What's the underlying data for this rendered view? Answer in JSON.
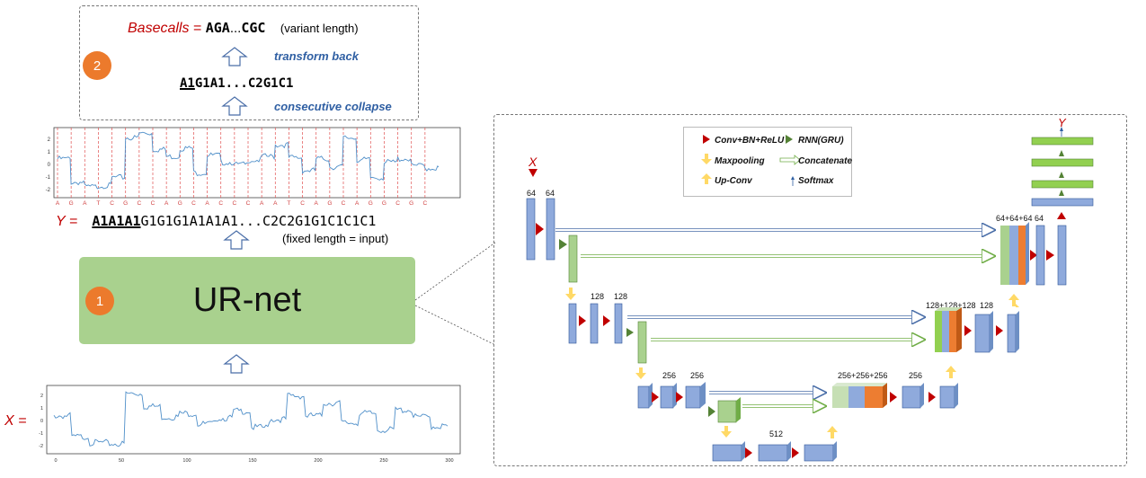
{
  "step2": {
    "badge": "2",
    "basecalls_label": "Basecalls",
    "basecalls_eq": "=",
    "basecalls_prefix": "AGA",
    "basecalls_ellipsis": "...",
    "basecalls_suffix": "CGC",
    "variant_note": "(variant length)",
    "transform_label": "transform back",
    "collapsed_underlined": "A1",
    "collapsed_rest": "G1A1...C2G1C1",
    "collapse_label": "consecutive collapse"
  },
  "step1": {
    "badge": "1",
    "model_name": "UR-net",
    "y_label": "Y =",
    "y_underlined": "A1A1A1",
    "y_rest": "G1G1G1A1A1A1...C2C2G1G1C1C1C1",
    "fixed_note": "(fixed length = input)",
    "x_label": "X ="
  },
  "top_signal": {
    "yticks": [
      "2",
      "1",
      "0",
      "-1",
      "-2"
    ],
    "bases": [
      "A",
      "G",
      "A",
      "T",
      "C",
      "G",
      "C",
      "C",
      "A",
      "G",
      "C",
      "A",
      "C",
      "C",
      "C",
      "A",
      "A",
      "T",
      "C",
      "A",
      "G",
      "C",
      "A",
      "G",
      "G",
      "C",
      "G",
      "C"
    ]
  },
  "bottom_signal": {
    "yticks": [
      "2",
      "1",
      "0",
      "-1",
      "-2"
    ],
    "xticks": [
      "0",
      "50",
      "100",
      "150",
      "200",
      "250",
      "300"
    ]
  },
  "legend": {
    "conv": "Conv+BN+ReLU",
    "rnn": "RNN(GRU)",
    "maxpool": "Maxpooling",
    "concat": "Concatenate",
    "upconv": "Up-Conv",
    "softmax": "Softmax"
  },
  "network": {
    "x_label": "X",
    "y_label": "Y",
    "l1": [
      "64",
      "64"
    ],
    "l1_right": [
      "64+64+64",
      "64"
    ],
    "l2": [
      "128",
      "128"
    ],
    "l2_right": [
      "128+128+128",
      "128"
    ],
    "l3": [
      "256",
      "256"
    ],
    "l3_right": [
      "256+256+256",
      "256"
    ],
    "l4": "512"
  },
  "colors": {
    "block_blue": "#8faadc",
    "block_green": "#a9d18e",
    "block_orange": "#ed7d31",
    "conv_red": "#c00000",
    "rnn_green": "#548235",
    "up_yellow": "#ffd966",
    "accent_red": "#c00000",
    "accent_blue": "#2f5fa3"
  }
}
